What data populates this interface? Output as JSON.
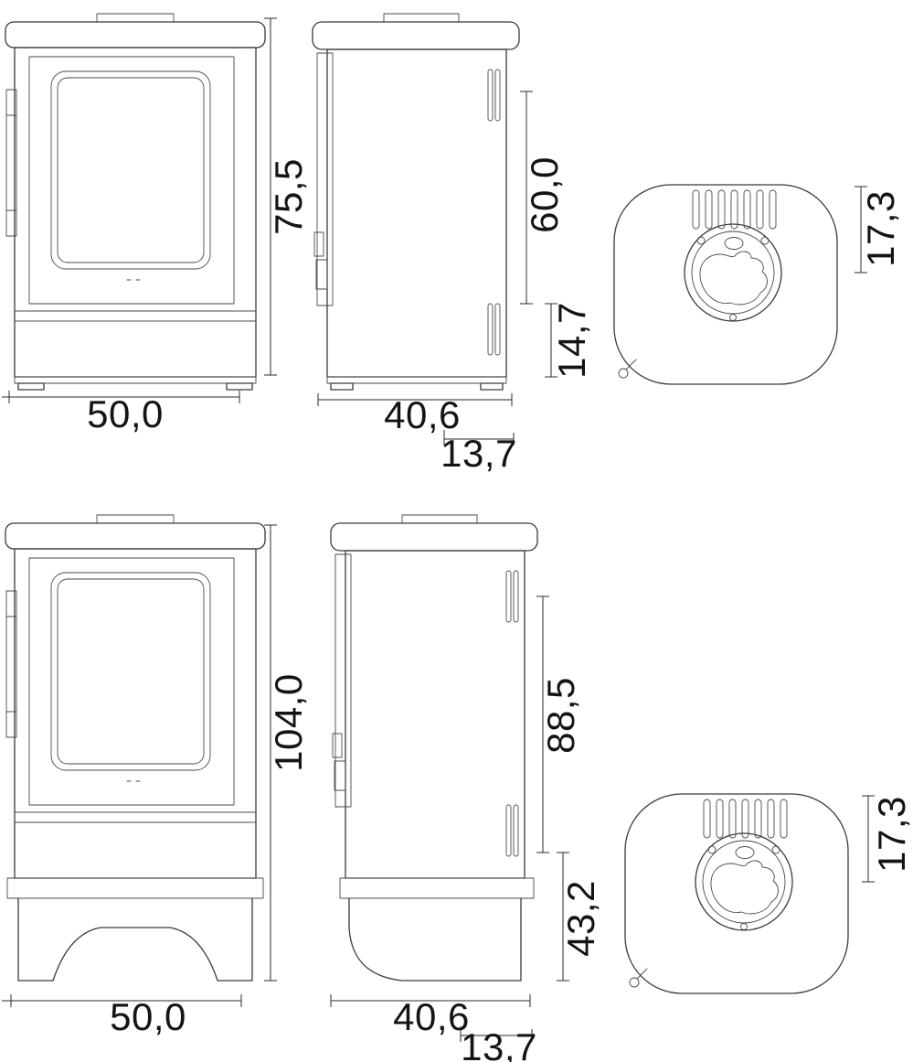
{
  "drawing": {
    "compact": {
      "height": "75,5",
      "width": "50,0",
      "side_height": "60,0",
      "plinth_height": "14,7",
      "depth": "40,6",
      "door_depth": "13,7",
      "flue_offset": "17,3"
    },
    "pedestal": {
      "height": "104,0",
      "width": "50,0",
      "side_height": "88,5",
      "base_height": "43,2",
      "depth": "40,6",
      "door_depth": "13,7",
      "flue_offset": "17,3"
    }
  }
}
